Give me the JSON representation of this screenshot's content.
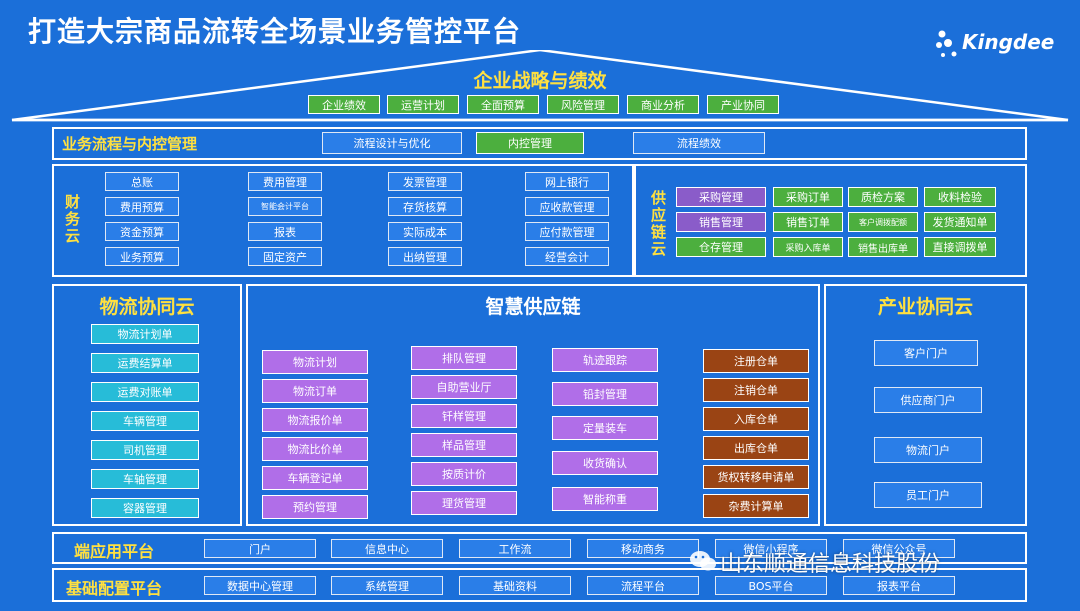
{
  "title": "打造大宗商品流转全场景业务管控平台",
  "logo": {
    "text": "Kingdee",
    "icon": "kingdee-dots-icon"
  },
  "strategy": {
    "title": "企业战略与绩效",
    "items": [
      "企业绩效",
      "运营计划",
      "全面预算",
      "风险管理",
      "商业分析",
      "产业协同"
    ]
  },
  "process": {
    "title": "业务流程与内控管理",
    "items": [
      "流程设计与优化",
      "内控管理",
      "流程绩效"
    ]
  },
  "finance": {
    "title": "财务云",
    "col1": [
      "总账",
      "费用预算",
      "资金预算",
      "业务预算"
    ],
    "col2": [
      "费用管理",
      "智能会计平台",
      "报表",
      "固定资产"
    ],
    "col3": [
      "发票管理",
      "存货核算",
      "实际成本",
      "出纳管理"
    ],
    "col4": [
      "网上银行",
      "应收款管理",
      "应付款管理",
      "经营会计"
    ]
  },
  "supply": {
    "title": "供应链云",
    "col1": [
      "采购管理",
      "销售管理",
      "仓存管理"
    ],
    "col2": [
      "采购订单",
      "销售订单",
      "采购入库单"
    ],
    "col3": [
      "质检方案",
      "客户调拨配额",
      "销售出库单"
    ],
    "col4": [
      "收料检验",
      "发货通知单",
      "直接调拨单"
    ]
  },
  "logistics": {
    "title": "物流协同云",
    "items": [
      "物流计划单",
      "运费结算单",
      "运费对账单",
      "车辆管理",
      "司机管理",
      "车轴管理",
      "容器管理"
    ]
  },
  "smart": {
    "title": "智慧供应链",
    "col1": [
      "物流计划",
      "物流订单",
      "物流报价单",
      "物流比价单",
      "车辆登记单",
      "预约管理"
    ],
    "col2": [
      "排队管理",
      "自助营业厅",
      "钎样管理",
      "样品管理",
      "按质计价",
      "理货管理"
    ],
    "col3": [
      "轨迹跟踪",
      "铅封管理",
      "定量装车",
      "收货确认",
      "智能称重"
    ],
    "col4": [
      "注册仓单",
      "注销仓单",
      "入库仓单",
      "出库仓单",
      "货权转移申请单",
      "杂费计算单"
    ]
  },
  "industry": {
    "title": "产业协同云",
    "items": [
      "客户门户",
      "供应商门户",
      "物流门户",
      "员工门户"
    ]
  },
  "endapp": {
    "title": "端应用平台",
    "items": [
      "门户",
      "信息中心",
      "工作流",
      "移动商务",
      "微信小程序",
      "微信公众号"
    ]
  },
  "base": {
    "title": "基础配置平台",
    "items": [
      "数据中心管理",
      "系统管理",
      "基础资料",
      "流程平台",
      "BOS平台",
      "报表平台"
    ]
  },
  "watermark": "山东顺通信息科技股份",
  "colors": {
    "background": "#1b6fd9",
    "accent": "#ffe040",
    "green": "#4caf3e",
    "cyan": "#27bcd8",
    "purple": "#b06ee8",
    "brown": "#9a4414"
  }
}
